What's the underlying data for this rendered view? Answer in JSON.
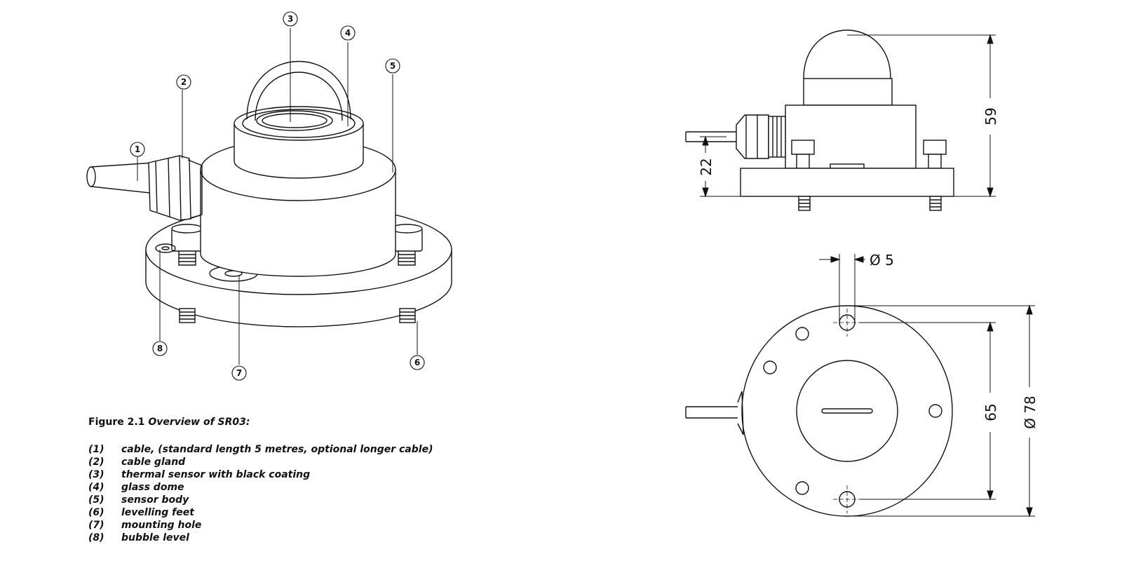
{
  "figure": {
    "label": "Figure 2.1",
    "title": "Overview of SR03:"
  },
  "callouts": [
    "1",
    "2",
    "3",
    "4",
    "5",
    "6",
    "7",
    "8"
  ],
  "legend": [
    {
      "num": "(1)",
      "text": "cable, (standard length 5 metres, optional longer cable)"
    },
    {
      "num": "(2)",
      "text": "cable gland"
    },
    {
      "num": "(3)",
      "text": "thermal sensor with black coating"
    },
    {
      "num": "(4)",
      "text": "glass dome"
    },
    {
      "num": "(5)",
      "text": "sensor body"
    },
    {
      "num": "(6)",
      "text": "levelling feet"
    },
    {
      "num": "(7)",
      "text": "mounting hole"
    },
    {
      "num": "(8)",
      "text": "bubble level"
    }
  ],
  "dimensions": {
    "height_total": "59",
    "height_cable": "22",
    "hole_diameter": "Ø 5",
    "hole_spacing": "65",
    "base_diameter": "Ø 78"
  }
}
